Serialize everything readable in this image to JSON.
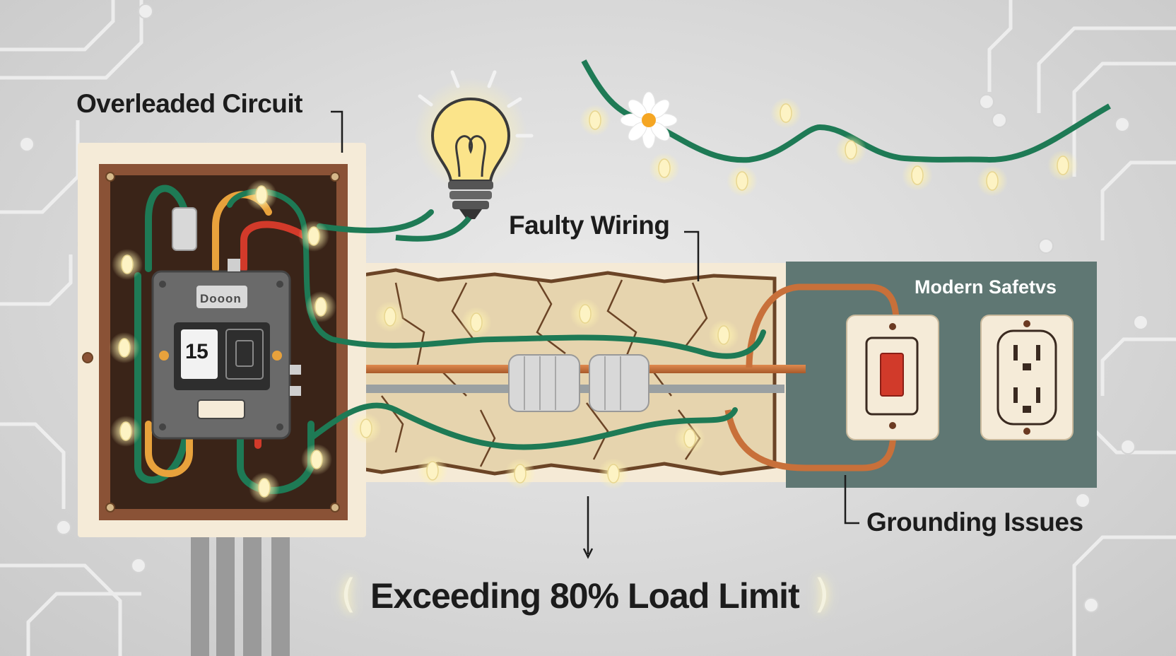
{
  "labels": {
    "overloaded_circuit": "Overleaded Circuit",
    "faulty_wiring": "Faulty Wiring",
    "modern_safety": "Modern Safetvs",
    "grounding_issues": "Grounding Issues",
    "load_limit": "Exceeding 80% Load Limit",
    "panel_label": "Dooon",
    "breaker_rating": "15"
  },
  "colors": {
    "background": "#d9d9d9",
    "wire_green": "#1e7a55",
    "copper": "#c8703a",
    "panel_brown": "#7b4a2e",
    "panel_cream": "#f5ebd8",
    "plaster": "#e9dcc0",
    "safety_panel": "#5f7773",
    "bulb_glow": "#fff3b0",
    "switch_red": "#d13a2a"
  },
  "icons": [
    "light-bulb-icon",
    "daisy-flower-icon",
    "light-switch-icon",
    "power-outlet-icon",
    "circuit-breaker-icon"
  ]
}
